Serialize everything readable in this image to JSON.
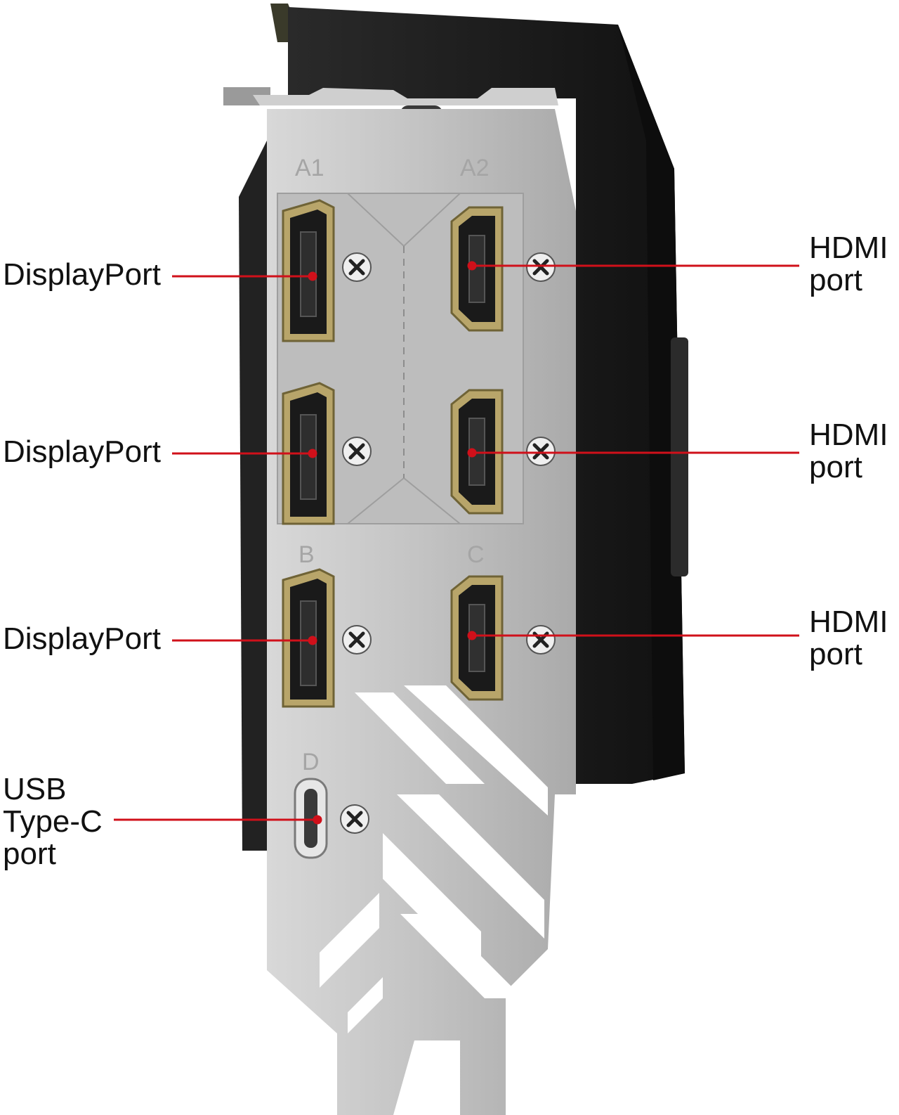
{
  "bracket": {
    "port_markings": [
      "A1",
      "A2",
      "B",
      "C",
      "D"
    ]
  },
  "callouts": {
    "displayport_1": "DisplayPort",
    "displayport_2": "DisplayPort",
    "displayport_3": "DisplayPort",
    "hdmi_1": "HDMI\nport",
    "hdmi_2": "HDMI\nport",
    "hdmi_3": "HDMI\nport",
    "usb_c": "USB\nType-C\nport"
  },
  "colors": {
    "leader_line": "#d0101a",
    "bracket_metal": "#b9b9b9",
    "shroud": "#1e1e1e",
    "port_gold": "#b8a56a",
    "label_text": "#111111"
  },
  "icons": [
    "displayport-connector",
    "hdmi-connector",
    "usb-c-connector",
    "screw-icon"
  ]
}
